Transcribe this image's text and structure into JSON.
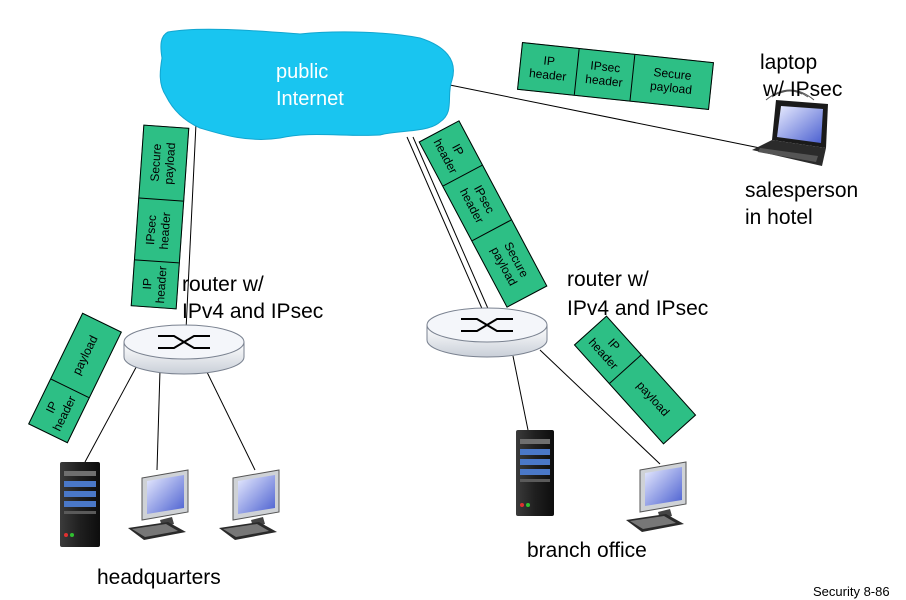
{
  "cloud": {
    "line1": "public",
    "line2": "Internet"
  },
  "laptop": {
    "line1": "laptop",
    "line2": "w/ IPsec",
    "caption1": "salesperson",
    "caption2": "in hotel"
  },
  "hq_router": {
    "line1": "router w/",
    "line2": "IPv4 and IPsec"
  },
  "branch_router": {
    "line1": "router w/",
    "line2": "IPv4 and IPsec"
  },
  "sites": {
    "headquarters": "headquarters",
    "branch": "branch office"
  },
  "footer": "Security  8-86",
  "fields": {
    "ip1": "IP",
    "ip2": "header",
    "ipsec1": "IPsec",
    "ipsec2": "header",
    "sec1": "Secure",
    "sec2": "payload",
    "payload": "payload"
  },
  "colors": {
    "cloud": "#19c5f0",
    "packet": "#2dbf85"
  }
}
